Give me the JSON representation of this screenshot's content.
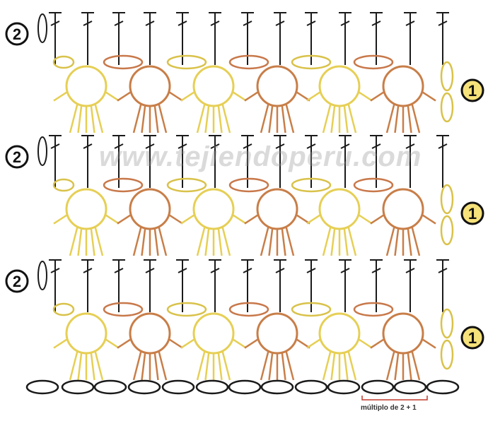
{
  "watermark": "www.tejiendoperu.com",
  "row_labels": {
    "even": "2",
    "odd": "1"
  },
  "repeat_label": "múltiplo de 2 + 1",
  "colors": {
    "tall_stitch": "#1a1a1a",
    "chain_dark": "#c8784a",
    "chain_light": "#d9c24a",
    "shell_light": "#e6cf55",
    "shell_dark": "#c87e48",
    "foundation_chain": "#1a1a1a",
    "bracket": "#c0392b",
    "badge_fill": "#f6e27a"
  },
  "icons": [
    "double-crochet-symbol",
    "chain-symbol",
    "shell-cluster-symbol",
    "turning-chain-symbol"
  ]
}
